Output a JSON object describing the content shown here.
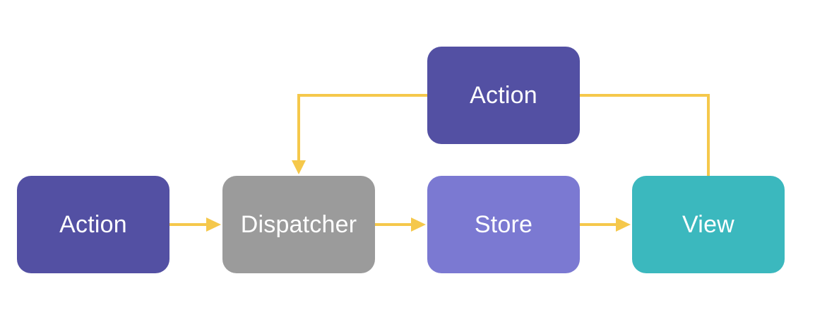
{
  "colors": {
    "arrow": "#F5C84B",
    "action": "#5350A3",
    "dispatcher": "#9B9B9B",
    "store": "#7B79D2",
    "view": "#3BB8BE",
    "text": "#FFFFFF"
  },
  "nodes": {
    "action_left": {
      "label": "Action",
      "color": "#5350A3"
    },
    "dispatcher": {
      "label": "Dispatcher",
      "color": "#9B9B9B"
    },
    "store": {
      "label": "Store",
      "color": "#7B79D2"
    },
    "view": {
      "label": "View",
      "color": "#3BB8BE"
    },
    "action_top": {
      "label": "Action",
      "color": "#5350A3"
    }
  }
}
